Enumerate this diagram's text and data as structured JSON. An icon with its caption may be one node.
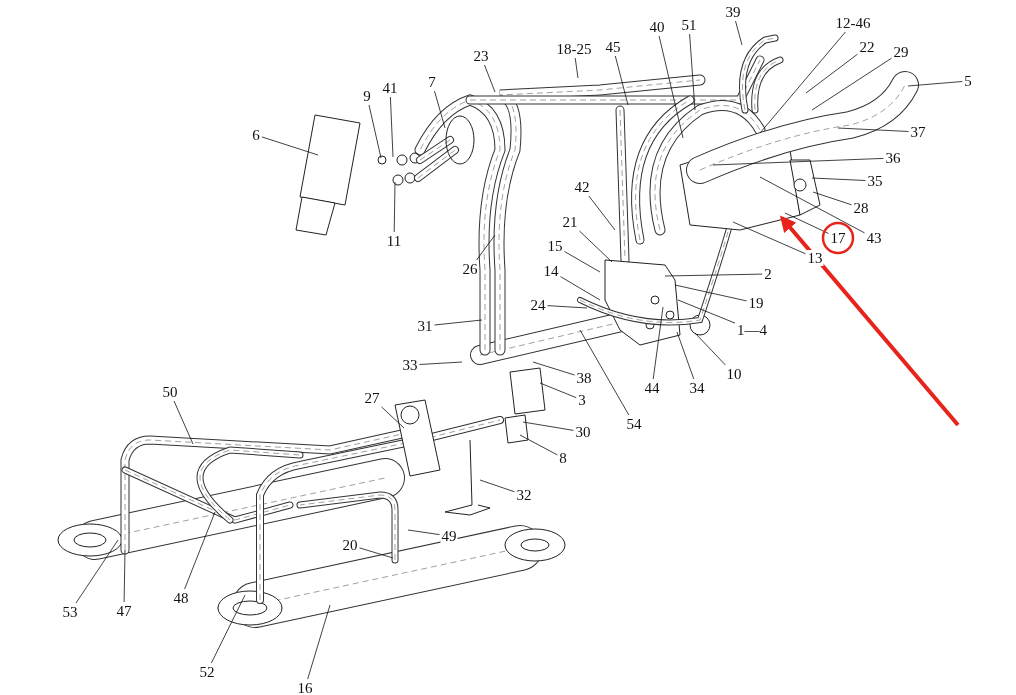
{
  "diagram": {
    "nodes": [
      {
        "text": [
          "39"
        ]
      },
      {
        "text": [
          "12-46"
        ]
      },
      {
        "text": [
          "51"
        ]
      },
      {
        "text": [
          "40"
        ]
      },
      {
        "text": [
          "45"
        ]
      },
      {
        "text": [
          "22"
        ]
      },
      {
        "text": [
          "18-25"
        ]
      },
      {
        "text": [
          "29"
        ]
      },
      {
        "text": [
          "23"
        ]
      },
      {
        "text": [
          "5"
        ]
      },
      {
        "text": [
          "7"
        ]
      },
      {
        "text": [
          "41"
        ]
      },
      {
        "text": [
          "9"
        ]
      },
      {
        "text": [
          "37"
        ]
      },
      {
        "text": [
          "6"
        ]
      },
      {
        "text": [
          "36"
        ]
      },
      {
        "text": [
          "35"
        ]
      },
      {
        "text": [
          "42"
        ]
      },
      {
        "text": [
          "28"
        ]
      },
      {
        "text": [
          "21"
        ]
      },
      {
        "text": [
          "17"
        ]
      },
      {
        "text": [
          "43"
        ]
      },
      {
        "text": [
          "11"
        ]
      },
      {
        "text": [
          "15"
        ]
      },
      {
        "text": [
          "13"
        ]
      },
      {
        "text": [
          "26"
        ]
      },
      {
        "text": [
          "14"
        ]
      },
      {
        "text": [
          "2"
        ]
      },
      {
        "text": [
          "19"
        ]
      },
      {
        "text": [
          "24"
        ]
      },
      {
        "text": [
          "31"
        ]
      },
      {
        "text": [
          "1—4"
        ]
      },
      {
        "text": [
          "33"
        ]
      },
      {
        "text": [
          "10"
        ]
      },
      {
        "text": [
          "38"
        ]
      },
      {
        "text": [
          "34"
        ]
      },
      {
        "text": [
          "44"
        ]
      },
      {
        "text": [
          "50"
        ]
      },
      {
        "text": [
          "27"
        ]
      },
      {
        "text": [
          "3"
        ]
      },
      {
        "text": [
          "54"
        ]
      },
      {
        "text": [
          "30"
        ]
      },
      {
        "text": [
          "8"
        ]
      },
      {
        "text": [
          "32"
        ]
      },
      {
        "text": [
          "49"
        ]
      },
      {
        "text": [
          "20"
        ]
      },
      {
        "text": [
          "48"
        ]
      },
      {
        "text": [
          "47"
        ]
      },
      {
        "text": [
          "53"
        ]
      },
      {
        "text": [
          "52"
        ]
      },
      {
        "text": [
          "16"
        ]
      }
    ],
    "edges": [
      {
        "from": 0,
        "to": null,
        "arrow": "none"
      },
      {
        "from": 1,
        "to": null,
        "arrow": "none"
      },
      {
        "from": 2,
        "to": null,
        "arrow": "none"
      },
      {
        "from": 3,
        "to": null,
        "arrow": "none"
      },
      {
        "from": 4,
        "to": null,
        "arrow": "none"
      },
      {
        "from": 5,
        "to": null,
        "arrow": "none"
      },
      {
        "from": 6,
        "to": null,
        "arrow": "none"
      },
      {
        "from": 7,
        "to": null,
        "arrow": "none"
      },
      {
        "from": 8,
        "to": null,
        "arrow": "none"
      },
      {
        "from": 9,
        "to": null,
        "arrow": "none"
      },
      {
        "from": 10,
        "to": null,
        "arrow": "none"
      },
      {
        "from": 11,
        "to": null,
        "arrow": "none"
      },
      {
        "from": 12,
        "to": null,
        "arrow": "none"
      },
      {
        "from": 13,
        "to": null,
        "arrow": "none"
      },
      {
        "from": 14,
        "to": null,
        "arrow": "none"
      },
      {
        "from": 15,
        "to": null,
        "arrow": "none"
      },
      {
        "from": 16,
        "to": null,
        "arrow": "none"
      },
      {
        "from": 17,
        "to": null,
        "arrow": "none"
      },
      {
        "from": 18,
        "to": null,
        "arrow": "none"
      },
      {
        "from": 19,
        "to": null,
        "arrow": "none"
      },
      {
        "from": 20,
        "to": null,
        "arrow": "none"
      },
      {
        "from": 21,
        "to": null,
        "arrow": "none"
      },
      {
        "from": 22,
        "to": null,
        "arrow": "none"
      },
      {
        "from": 23,
        "to": null,
        "arrow": "none"
      },
      {
        "from": 24,
        "to": null,
        "arrow": "none"
      },
      {
        "from": 25,
        "to": null,
        "arrow": "none"
      },
      {
        "from": 26,
        "to": null,
        "arrow": "none"
      },
      {
        "from": 27,
        "to": null,
        "arrow": "none"
      },
      {
        "from": 28,
        "to": null,
        "arrow": "none"
      },
      {
        "from": 29,
        "to": null,
        "arrow": "none"
      },
      {
        "from": 30,
        "to": null,
        "arrow": "none"
      },
      {
        "from": 31,
        "to": null,
        "arrow": "none"
      },
      {
        "from": 32,
        "to": null,
        "arrow": "none"
      },
      {
        "from": 33,
        "to": null,
        "arrow": "none"
      },
      {
        "from": 34,
        "to": null,
        "arrow": "none"
      },
      {
        "from": 35,
        "to": null,
        "arrow": "none"
      },
      {
        "from": 36,
        "to": null,
        "arrow": "none"
      },
      {
        "from": 37,
        "to": null,
        "arrow": "none"
      },
      {
        "from": 38,
        "to": null,
        "arrow": "none"
      },
      {
        "from": 39,
        "to": null,
        "arrow": "none"
      },
      {
        "from": 40,
        "to": null,
        "arrow": "none"
      },
      {
        "from": 41,
        "to": null,
        "arrow": "none"
      },
      {
        "from": 42,
        "to": null,
        "arrow": "none"
      },
      {
        "from": 43,
        "to": null,
        "arrow": "none"
      },
      {
        "from": 44,
        "to": null,
        "arrow": "none"
      },
      {
        "from": 45,
        "to": null,
        "arrow": "none"
      },
      {
        "from": 46,
        "to": null,
        "arrow": "none"
      },
      {
        "from": 47,
        "to": null,
        "arrow": "none"
      },
      {
        "from": 48,
        "to": null,
        "arrow": "none"
      },
      {
        "from": 49,
        "to": null,
        "arrow": "none"
      },
      {
        "from": 50,
        "to": null,
        "arrow": "none"
      }
    ]
  }
}
